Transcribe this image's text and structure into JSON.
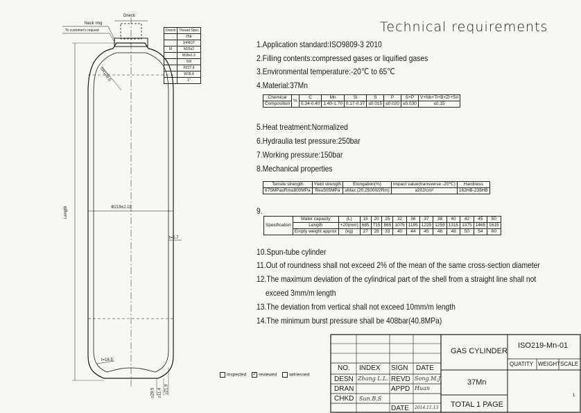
{
  "drawing_labels": {
    "neck_ring": "Neck ring",
    "to_customer": "To customer's request",
    "d_neck": "Dneck",
    "sr": "SR109.5",
    "diameter": "Φ219±2.19",
    "length": "Length",
    "thickness": "t=5.7",
    "bottom_thk": "t=16.5",
    "dim1": "≥28.5",
    "dim2": "≥11.4",
    "dim3": "≥21.9"
  },
  "neck_table": {
    "headers": [
      "Dneck",
      "Thread Spec"
    ],
    "rows": [
      [
        "",
        "25E"
      ],
      [
        "",
        "3/4NGT"
      ],
      [
        "M",
        "M25x2"
      ],
      [
        "",
        "M18x1.5"
      ],
      [
        "",
        "5/8"
      ],
      [
        "",
        "PZ27.8"
      ],
      [
        "",
        "W28.8"
      ],
      [
        "",
        "1\""
      ]
    ]
  },
  "technical": {
    "title": "Technical  requirements",
    "items": [
      "1.Application standard:ISO9809-3 2010",
      "2.Filling contents:compressed gases or liquified gases",
      "3.Environmental temperature:-20℃ to 65℃",
      "4.Material:37Mn",
      "5.Heat treatment:Normalized",
      "6.Hydraulia test pressure:250bar",
      "7.Working pressure:150bar",
      "8.Mechanical properties",
      "9.",
      "10.Spun-tube cylinder",
      "11.Out of roundness shall not exceed 2% of the mean of the same cross-section diameter",
      "12.The maximum deviation of the cylindrical part of the shell from a straight line shall not",
      "exceed 3mm/m length",
      "13.The deviation from vertical shall not exceed 10mm/m length",
      "14.The minimum burst pressure shall be 408bar(40.8MPa)"
    ]
  },
  "chem_table": {
    "row_label_1": "Chemical",
    "row_label_2": "Composition",
    "unit": "%",
    "headers": [
      "C",
      "Mn",
      "Si",
      "S",
      "P",
      "S+P",
      "V+Nb+Ti+B+Zr+Sn"
    ],
    "values": [
      "0.34-0.40",
      "1.40-1.70",
      "0.17-0.37",
      "≤0.015",
      "≤0.020",
      "≤0.030",
      "≤0.15"
    ]
  },
  "mech_table": {
    "headers": [
      "Tensile strength",
      "Yield strength",
      "Elongation(%)",
      "Impact value(transverse -20℃)",
      "Hardness"
    ],
    "values": [
      "675MPa≤Rm≤800MPa",
      "Re≥505MPa",
      "≥Max.(20,25000/2Rm)",
      "≥20J/cm²",
      "162HB-235HB"
    ]
  },
  "spec_table": {
    "label": "Specification",
    "rows": [
      {
        "name": "Water capacity",
        "unit": "(L)",
        "values": [
          "19",
          "20",
          "25",
          "32",
          "36",
          "37",
          "38",
          "40",
          "42",
          "45",
          "50"
        ]
      },
      {
        "name": "Length",
        "unit": "+20(mm)",
        "values": [
          "685",
          "715",
          "865",
          "1075",
          "1195",
          "1225",
          "1255",
          "1315",
          "1375",
          "1465",
          "1615"
        ]
      },
      {
        "name": "Empty weight approx",
        "unit": "(kg)",
        "values": [
          "27",
          "28",
          "33",
          "40",
          "44",
          "45",
          "46",
          "48",
          "50",
          "54",
          "60"
        ]
      }
    ]
  },
  "legend": {
    "inspected": "Inspected",
    "reviewed": "reviewed",
    "witnessed": "witnessed"
  },
  "title_block": {
    "product": "GAS CYLINDER",
    "drawing_no": "ISO219-Mn-01",
    "headers_right": [
      "QUATITY",
      "WEIGHT",
      "SCALE"
    ],
    "headers_left": [
      "NO.",
      "INDEX",
      "SIGN",
      "DATE"
    ],
    "desn": "DESN",
    "dran": "DRAN",
    "chkd": "CHKD",
    "revd": "REVD",
    "appd": "APPD",
    "date": "DATE",
    "material": "37Mn",
    "total_page": "TOTAL 1 PAGE",
    "desn_sign": "Zhang L.L.",
    "chkd_sign": "Sun.B.S",
    "revd_sign": "Song.M.J",
    "appd_sign": "Huan",
    "date_sign": "2014.11.13",
    "page_num": "1"
  }
}
